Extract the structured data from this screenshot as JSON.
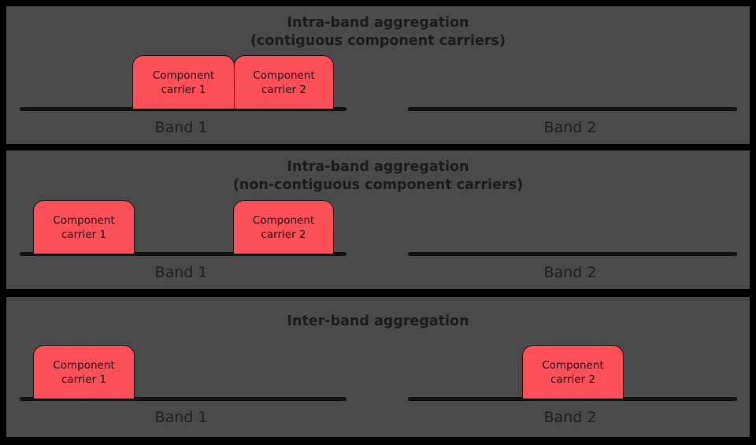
{
  "colors": {
    "page_background": "#000000",
    "panel_background": "#4a4a4a",
    "carrier_fill": "#fd5058",
    "carrier_stroke": "#1a1313",
    "line_color": "#121212",
    "text_color": "#1b1b1b"
  },
  "panels": [
    {
      "id": "panel-1",
      "title_line1": "Intra-band aggregation",
      "title_line2": "(contiguous component carriers)",
      "bands": [
        {
          "label": "Band 1"
        },
        {
          "label": "Band 2"
        }
      ],
      "carriers": [
        {
          "line1": "Component",
          "line2": "carrier 1"
        },
        {
          "line1": "Component",
          "line2": "carrier 2"
        }
      ]
    },
    {
      "id": "panel-2",
      "title_line1": "Intra-band aggregation",
      "title_line2": "(non-contiguous component carriers)",
      "bands": [
        {
          "label": "Band 1"
        },
        {
          "label": "Band 2"
        }
      ],
      "carriers": [
        {
          "line1": "Component",
          "line2": "carrier 1"
        },
        {
          "line1": "Component",
          "line2": "carrier 2"
        }
      ]
    },
    {
      "id": "panel-3",
      "title_line1": "Inter-band aggregation",
      "title_line2": "",
      "bands": [
        {
          "label": "Band 1"
        },
        {
          "label": "Band 2"
        }
      ],
      "carriers": [
        {
          "line1": "Component",
          "line2": "carrier 1"
        },
        {
          "line1": "Component",
          "line2": "carrier 2"
        }
      ]
    }
  ]
}
